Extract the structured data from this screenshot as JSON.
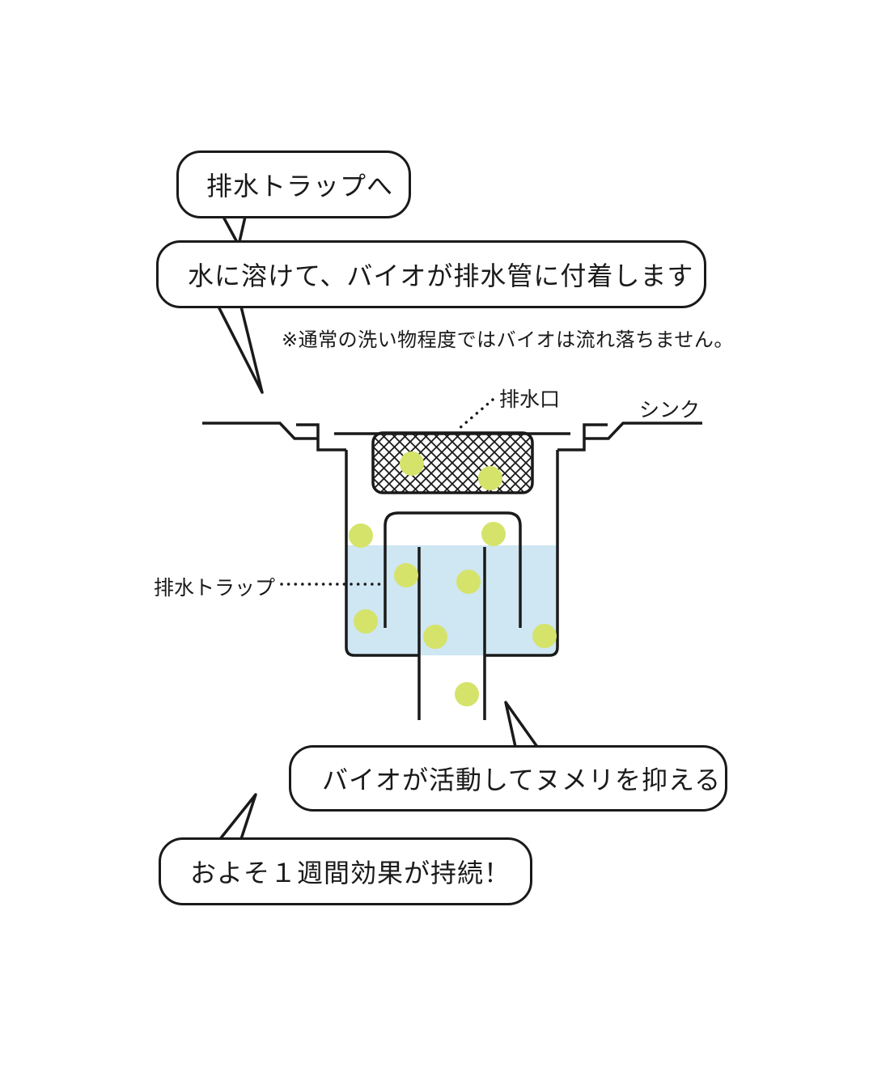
{
  "callouts": {
    "to_trap": "排水トラップへ",
    "dissolve": "水に溶けて、バイオが排水管に付着します",
    "activity": "バイオが活動してヌメリを抑える",
    "duration": "およそ１週間効果が持続！"
  },
  "note": "※通常の洗い物程度ではバイオは流れ落ちません。",
  "labels": {
    "drain_outlet": "排水口",
    "sink": "シンク",
    "drain_trap": "排水トラップ"
  },
  "colors": {
    "line": "#1a1a1a",
    "water": "#cfe6f3",
    "bio_particle": "#d5e36b"
  }
}
